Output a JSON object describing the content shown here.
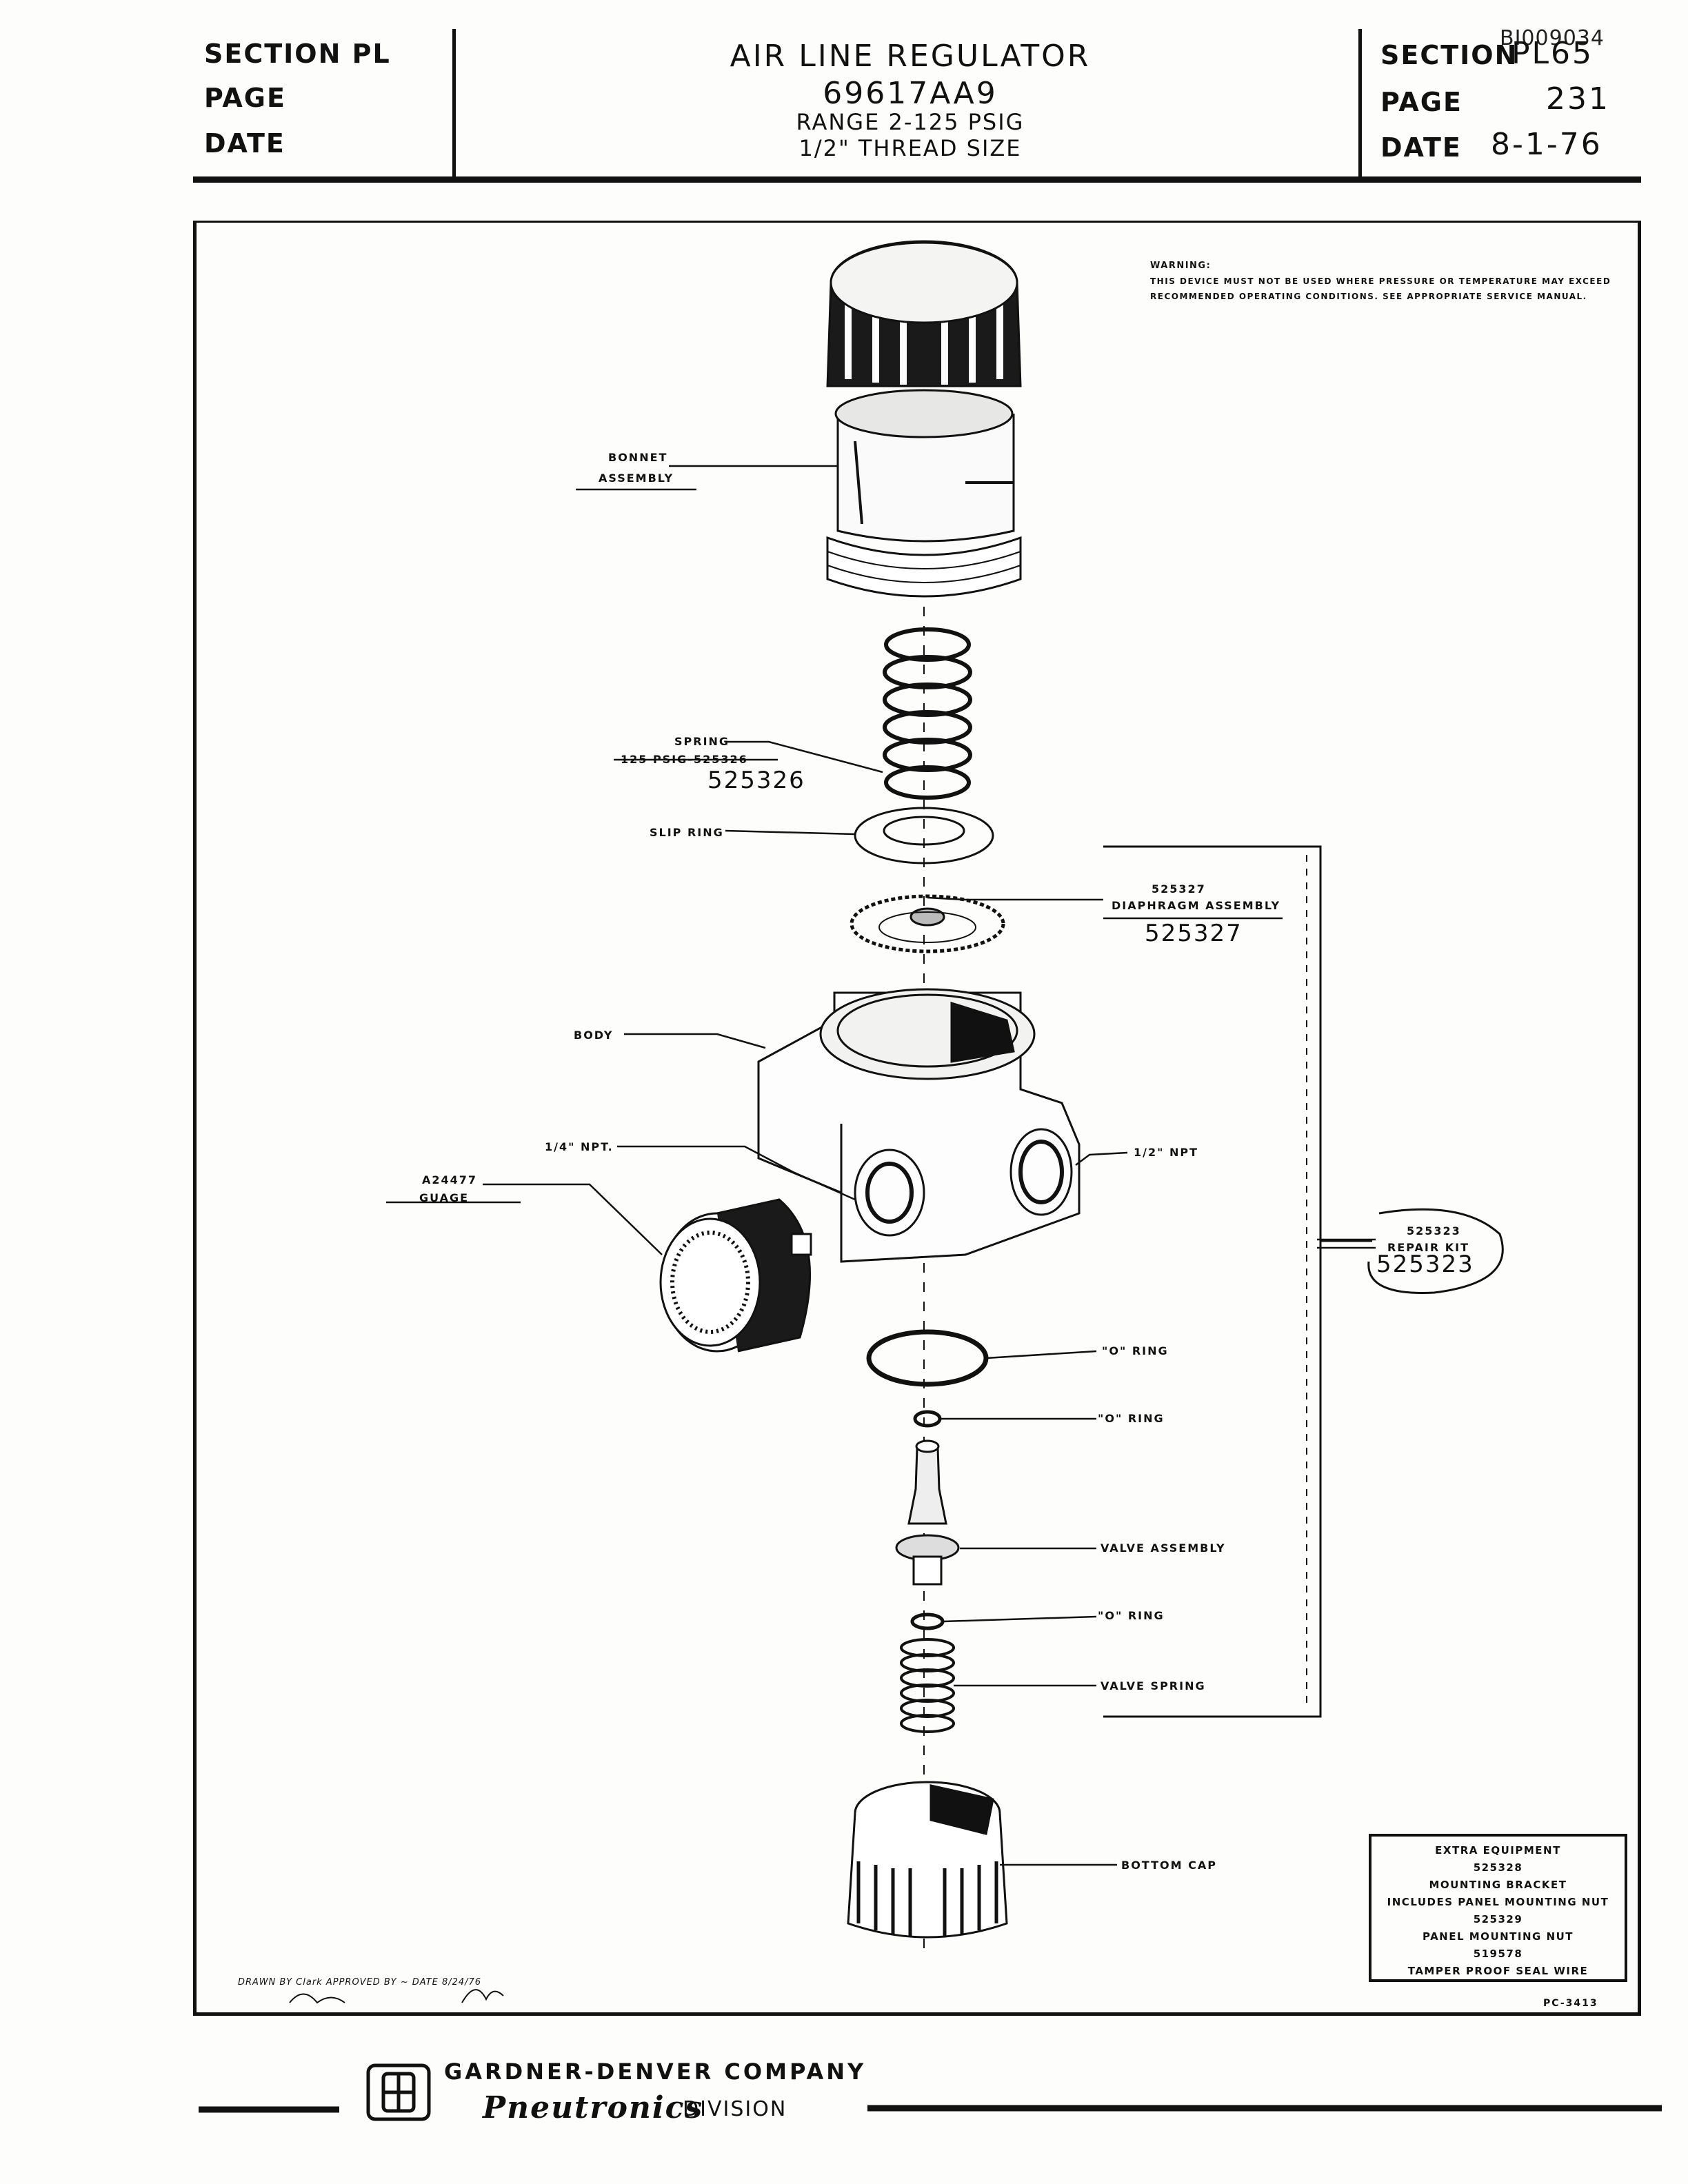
{
  "doc_id": "BI009034",
  "header": {
    "left": {
      "section_label": "SECTION PL",
      "page_label": "PAGE",
      "date_label": "DATE"
    },
    "center": {
      "title": "AIR LINE REGULATOR",
      "model": "69617AA9",
      "range": "RANGE 2-125 PSIG",
      "thread": "1/2\" THREAD SIZE"
    },
    "right": {
      "section_label": "SECTION",
      "section_value": "PL65",
      "page_label": "PAGE",
      "page_value": "231",
      "date_label": "DATE",
      "date_value": "8-1-76"
    }
  },
  "warning": {
    "title": "WARNING:",
    "text": "THIS DEVICE MUST NOT BE USED WHERE PRESSURE OR TEMPERATURE MAY EXCEED RECOMMENDED OPERATING CONDITIONS. SEE APPROPRIATE SERVICE MANUAL."
  },
  "parts": {
    "bonnet_line1": "BONNET",
    "bonnet_line2": "ASSEMBLY",
    "spring_line1": "SPRING",
    "spring_line2": "125 PSIG-525326",
    "spring_hand": "525326",
    "slip_ring": "SLIP RING",
    "diaphragm_line1": "525327",
    "diaphragm_line2": "DIAPHRAGM ASSEMBLY",
    "diaphragm_hand": "525327",
    "body": "BODY",
    "npt_quarter": "1/4\" NPT.",
    "npt_half": "1/2\" NPT",
    "gauge_line1": "A24477",
    "gauge_line2": "GUAGE",
    "repair_line1": "525323",
    "repair_line2": "REPAIR KIT",
    "repair_hand": "525323",
    "o_ring_1": "\"O\" RING",
    "o_ring_2": "\"O\" RING",
    "valve_assembly": "VALVE ASSEMBLY",
    "o_ring_3": "\"O\" RING",
    "valve_spring": "VALVE SPRING",
    "bottom_cap": "BOTTOM CAP"
  },
  "extra_equipment": {
    "title": "EXTRA EQUIPMENT",
    "line1": "525328",
    "line2": "MOUNTING BRACKET",
    "line3": "INCLUDES PANEL MOUNTING NUT",
    "line4": "525329",
    "line5": "PANEL MOUNTING NUT",
    "line6": "519578",
    "line7": "TAMPER PROOF SEAL WIRE"
  },
  "signatures": {
    "line": "DRAWN BY  Clark  APPROVED BY  ~  DATE  8/24/76"
  },
  "drawing_code": "PC-3413",
  "footer": {
    "company": "GARDNER-DENVER COMPANY",
    "division_name": "Pneutronics",
    "division_word": "DIVISION"
  }
}
